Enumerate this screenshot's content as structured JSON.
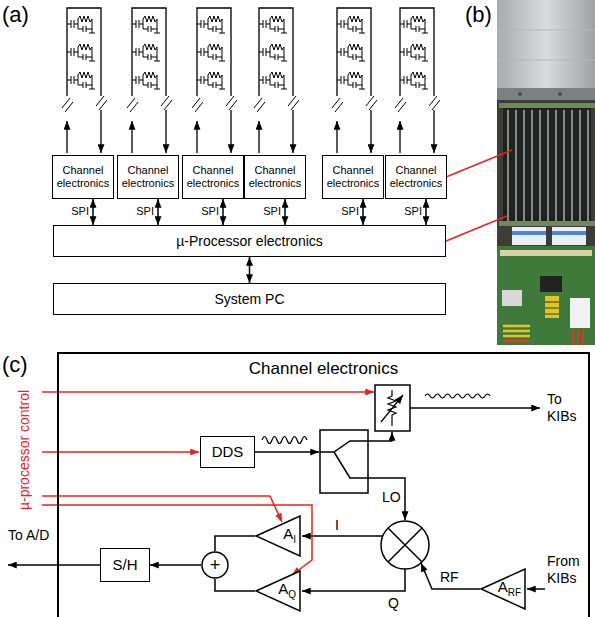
{
  "diagram": {
    "nodes": [
      {
        "text": [
          "Channel electronics"
        ]
      },
      {
        "text": [
          "Channel electronics"
        ]
      },
      {
        "text": [
          "Channel electronics"
        ]
      },
      {
        "text": [
          "Channel electronics"
        ]
      },
      {
        "text": [
          "Channel electronics"
        ]
      },
      {
        "text": [
          "Channel electronics"
        ]
      },
      {
        "text": [
          "µ-Processor electronics"
        ]
      },
      {
        "text": [
          "System PC"
        ]
      },
      {
        "text": [
          "Channel electronics"
        ]
      },
      {
        "text": [
          "DDS"
        ],
        "in": 8
      },
      {
        "text": [
          "A",
          "I"
        ],
        "in": 8
      },
      {
        "text": [
          "A",
          "Q"
        ],
        "in": 8
      },
      {
        "text": [
          "+"
        ],
        "in": 8
      },
      {
        "text": [
          "S/H"
        ],
        "in": 8
      },
      {
        "text": [
          "A",
          "RF"
        ],
        "in": 8
      }
    ],
    "edges": [
      {
        "from": 0,
        "to": 6,
        "arrow": "both",
        "label": "SPI"
      },
      {
        "from": 1,
        "to": 6,
        "arrow": "both",
        "label": "SPI"
      },
      {
        "from": 2,
        "to": 6,
        "arrow": "both",
        "label": "SPI"
      },
      {
        "from": 3,
        "to": 6,
        "arrow": "both",
        "label": "SPI"
      },
      {
        "from": 4,
        "to": 6,
        "arrow": "both",
        "label": "SPI"
      },
      {
        "from": 5,
        "to": 6,
        "arrow": "both",
        "label": "SPI"
      },
      {
        "from": 6,
        "to": 7,
        "arrow": "both"
      },
      {
        "from": 10,
        "to": 12,
        "arrow": "none"
      },
      {
        "from": 11,
        "to": 12,
        "arrow": "none"
      },
      {
        "from": 12,
        "to": 13,
        "arrow": "to"
      }
    ],
    "labels": [
      "(a)",
      "(b)",
      "(c)",
      "To KIBs",
      "From KIBs",
      "To A/D",
      "µ-processor control",
      "I",
      "Q",
      "LO",
      "RF"
    ]
  }
}
